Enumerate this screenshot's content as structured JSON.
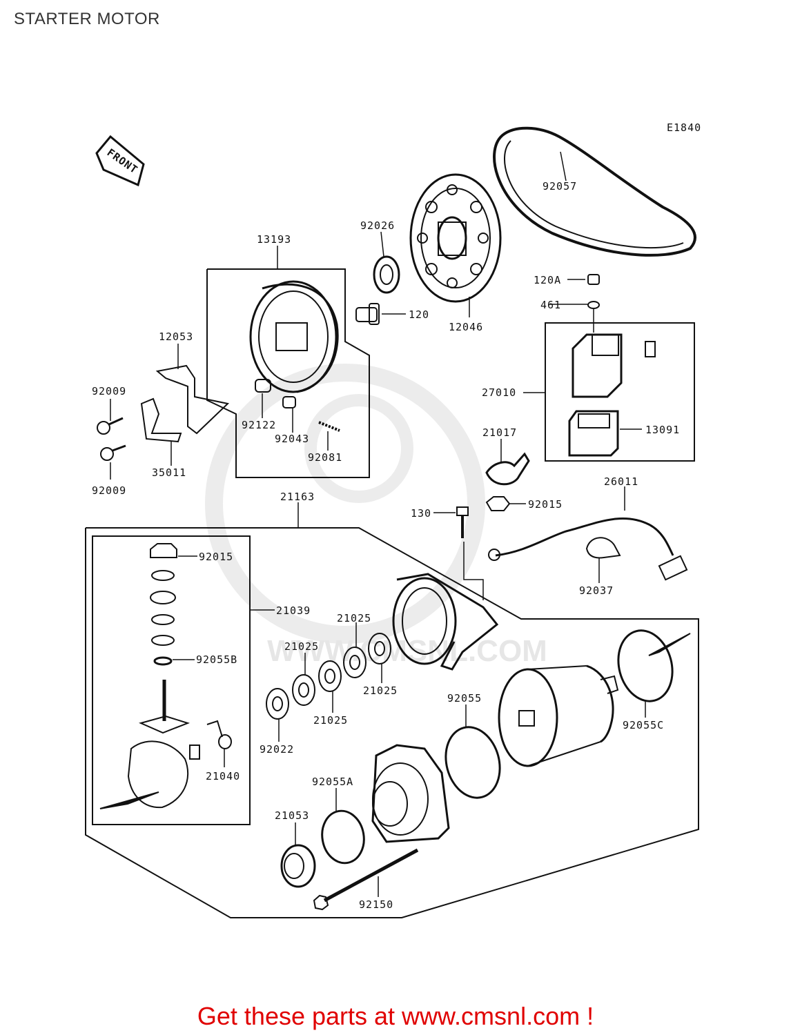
{
  "page": {
    "title": "STARTER MOTOR",
    "figure_code": "E1840",
    "footer_link": "Get these parts at www.cmsnl.com !"
  },
  "watermark": {
    "text": "WWW.CMSNL.COM",
    "color": "#e8e8e8"
  },
  "colors": {
    "line": "#111111",
    "footer": "#e00000",
    "title": "#333333"
  },
  "front_arrow": {
    "label": "FRONT"
  },
  "parts": {
    "p92057": "92057",
    "p92026": "92026",
    "p13193": "13193",
    "p120": "120",
    "p12046": "12046",
    "p120A": "120A",
    "p461": "461",
    "p12053": "12053",
    "p92009a": "92009",
    "p92009b": "92009",
    "p35011": "35011",
    "p92122": "92122",
    "p92043": "92043",
    "p92081": "92081",
    "p27010": "27010",
    "p13091": "13091",
    "p21017": "21017",
    "p26011": "26011",
    "p21163": "21163",
    "p130": "130",
    "p92015a": "92015",
    "p92015b": "92015",
    "p92037": "92037",
    "p21039": "21039",
    "p21025a": "21025",
    "p21025b": "21025",
    "p21025c": "21025",
    "p21025d": "21025",
    "p92055B": "92055B",
    "p92022": "92022",
    "p92055": "92055",
    "p92055C": "92055C",
    "p21040": "21040",
    "p92055A": "92055A",
    "p21053": "21053",
    "p92150": "92150"
  }
}
